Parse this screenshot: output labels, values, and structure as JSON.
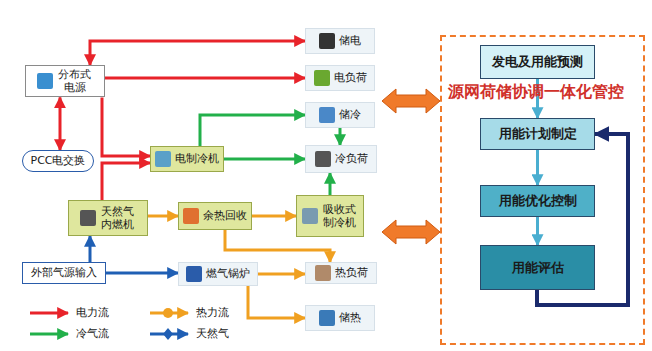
{
  "diagram": {
    "nodes": [
      {
        "text": [
          "分布式 电源"
        ]
      },
      {
        "text": [
          "储电"
        ]
      },
      {
        "text": [
          "电负荷"
        ]
      },
      {
        "text": [
          "储冷"
        ]
      },
      {
        "text": [
          "PCC电交换"
        ]
      },
      {
        "text": [
          "电制冷机"
        ]
      },
      {
        "text": [
          "冷负荷"
        ]
      },
      {
        "text": [
          "天然气 内燃机"
        ]
      },
      {
        "text": [
          "余热回收"
        ]
      },
      {
        "text": [
          "吸收式 制冷机"
        ]
      },
      {
        "text": [
          "外部气源输入"
        ]
      },
      {
        "text": [
          "燃气锅炉"
        ]
      },
      {
        "text": [
          "热负荷"
        ]
      },
      {
        "text": [
          "储热"
        ]
      },
      {
        "text": [
          "源网荷储协调一体化管控"
        ]
      },
      {
        "text": [
          "发电及用能预测"
        ],
        "in": 14
      },
      {
        "text": [
          "用能计划制定"
        ],
        "in": 14
      },
      {
        "text": [
          "用能优化控制"
        ],
        "in": 14
      },
      {
        "text": [
          "用能评估"
        ],
        "in": 14
      }
    ],
    "edges": [
      {
        "from": 0,
        "to": 2,
        "arrow": "to"
      },
      {
        "from": 0,
        "to": 1,
        "arrow": "both"
      },
      {
        "from": 0,
        "to": 5,
        "arrow": "to"
      },
      {
        "from": 7,
        "to": 5,
        "arrow": "to"
      },
      {
        "from": 4,
        "to": 0,
        "arrow": "both"
      },
      {
        "from": 5,
        "to": 6,
        "arrow": "to"
      },
      {
        "from": 5,
        "to": 3,
        "arrow": "to"
      },
      {
        "from": 3,
        "to": 6,
        "arrow": "to"
      },
      {
        "from": 9,
        "to": 6,
        "arrow": "to"
      },
      {
        "from": 7,
        "to": 8,
        "arrow": "to"
      },
      {
        "from": 8,
        "to": 9,
        "arrow": "to"
      },
      {
        "from": 8,
        "to": 12,
        "arrow": "to"
      },
      {
        "from": 11,
        "to": 12,
        "arrow": "to"
      },
      {
        "from": 11,
        "to": 13,
        "arrow": "to"
      },
      {
        "from": 10,
        "to": 7,
        "arrow": "to"
      },
      {
        "from": 10,
        "to": 11,
        "arrow": "to"
      },
      {
        "from": 15,
        "to": 16,
        "arrow": "to"
      },
      {
        "from": 16,
        "to": 17,
        "arrow": "to"
      },
      {
        "from": 17,
        "to": 18,
        "arrow": "to"
      },
      {
        "from": 18,
        "to": 16,
        "arrow": "to"
      }
    ],
    "legend": [
      {
        "text": "电力流"
      },
      {
        "text": "热力流"
      },
      {
        "text": "冷气流"
      },
      {
        "text": "天然气"
      }
    ]
  }
}
